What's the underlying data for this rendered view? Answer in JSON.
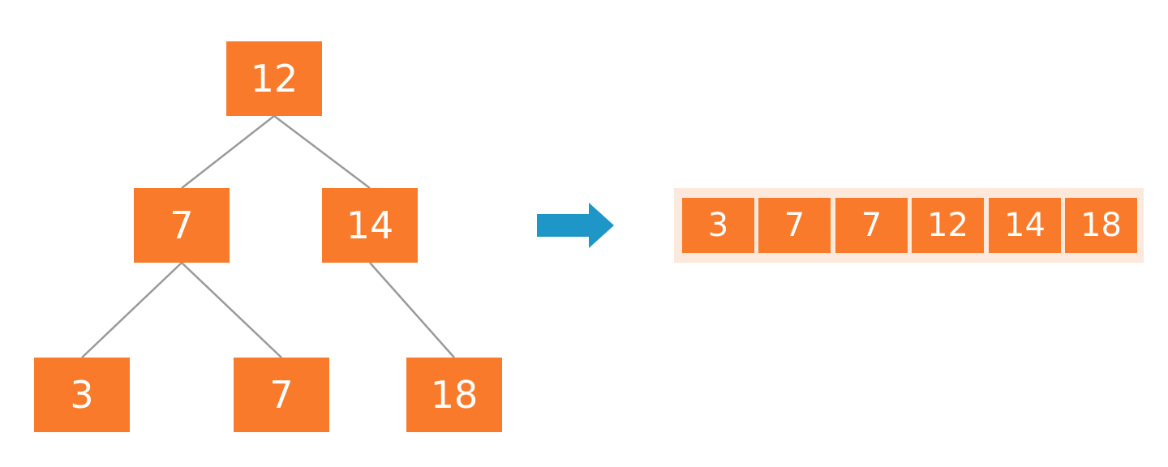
{
  "diagram": {
    "tree": {
      "root": {
        "value": "12"
      },
      "level1": [
        {
          "value": "7"
        },
        {
          "value": "14"
        }
      ],
      "level2": [
        {
          "value": "3"
        },
        {
          "value": "7"
        },
        {
          "value": "18"
        }
      ]
    },
    "arrow": {
      "icon": "right-arrow-icon",
      "color": "#1f96c8"
    },
    "sorted_array": [
      "3",
      "7",
      "7",
      "12",
      "14",
      "18"
    ],
    "colors": {
      "node": "#f97a2a",
      "array_bg": "#fde9dc",
      "edge": "#9a9a9a",
      "text": "#ffffff"
    }
  }
}
